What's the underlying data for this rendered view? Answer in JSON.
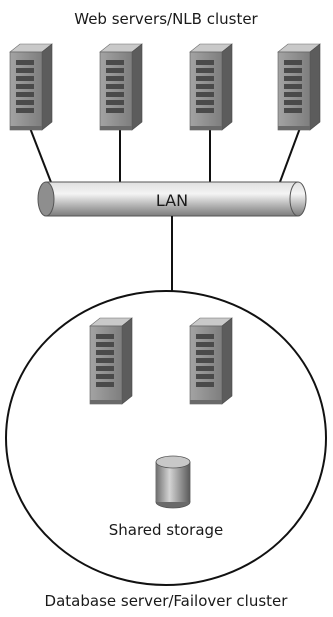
{
  "title_top": "Web servers/NLB cluster",
  "lan_label": "LAN",
  "storage_label": "Shared storage",
  "title_bottom": "Database server/Failover cluster",
  "web_servers": [
    "server",
    "server",
    "server",
    "server"
  ],
  "db_servers": [
    "server",
    "server"
  ],
  "colors": {
    "line": "#111111",
    "server_front": "#8c8c8c",
    "server_side": "#5d5d5d",
    "server_top": "#c4c4c4",
    "lan_fill": "#9a9a9a",
    "lan_highlight": "#e6e6e6"
  }
}
